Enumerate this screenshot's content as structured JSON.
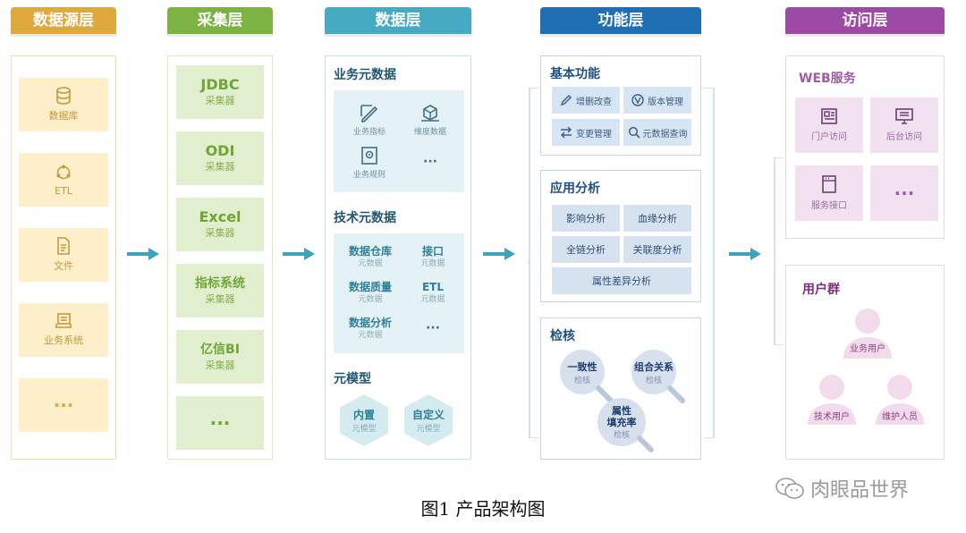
{
  "columns": {
    "source": {
      "title": "数据源层",
      "color": "#e0a93d",
      "items": [
        "数据库",
        "ETL",
        "文件",
        "业务系统",
        "···"
      ]
    },
    "collect": {
      "title": "采集层",
      "color": "#7cb342",
      "items": [
        {
          "name": "JDBC",
          "sub": "采集器"
        },
        {
          "name": "ODI",
          "sub": "采集器"
        },
        {
          "name": "Excel",
          "sub": "采集器"
        },
        {
          "name": "指标系统",
          "sub": "采集器"
        },
        {
          "name": "亿信BI",
          "sub": "采集器"
        },
        {
          "name": "···",
          "sub": ""
        }
      ]
    },
    "data": {
      "title": "数据层",
      "color": "#45aac2",
      "business_meta": {
        "title": "业务元数据",
        "items": [
          "业务指标",
          "维度数据",
          "业务规则",
          "···"
        ]
      },
      "tech_meta": {
        "title": "技术元数据",
        "items": [
          {
            "name": "数据仓库",
            "sub": "元数据"
          },
          {
            "name": "接口",
            "sub": "元数据"
          },
          {
            "name": "数据质量",
            "sub": "元数据"
          },
          {
            "name": "ETL",
            "sub": "元数据"
          },
          {
            "name": "数据分析",
            "sub": "元数据"
          },
          {
            "name": "···",
            "sub": ""
          }
        ]
      },
      "meta_model": {
        "title": "元模型",
        "items": [
          {
            "name": "内置",
            "sub": "元模型"
          },
          {
            "name": "自定义",
            "sub": "元模型"
          }
        ]
      }
    },
    "function": {
      "title": "功能层",
      "color": "#1f6fb5",
      "basic": {
        "title": "基本功能",
        "items": [
          "增删改查",
          "版本管理",
          "变更管理",
          "元数据查询"
        ]
      },
      "analysis": {
        "title": "应用分析",
        "items": [
          "影响分析",
          "血缘分析",
          "全链分析",
          "关联度分析",
          "属性差异分析"
        ]
      },
      "check": {
        "title": "检核",
        "items": [
          {
            "name": "一致性",
            "sub": "检核"
          },
          {
            "name": "组合关系",
            "sub": "检核"
          },
          {
            "name": "属性",
            "name2": "填充率",
            "sub": "检核"
          }
        ]
      }
    },
    "access": {
      "title": "访问层",
      "color": "#9c4aa6",
      "web": {
        "title": "WEB服务",
        "items": [
          "门户访问",
          "后台访问",
          "服务接口",
          "···"
        ]
      },
      "users": {
        "title": "用户群",
        "items": [
          "业务用户",
          "技术用户",
          "维护人员"
        ]
      }
    }
  },
  "caption": "图1  产品架构图",
  "watermark": "肉眼品世界"
}
